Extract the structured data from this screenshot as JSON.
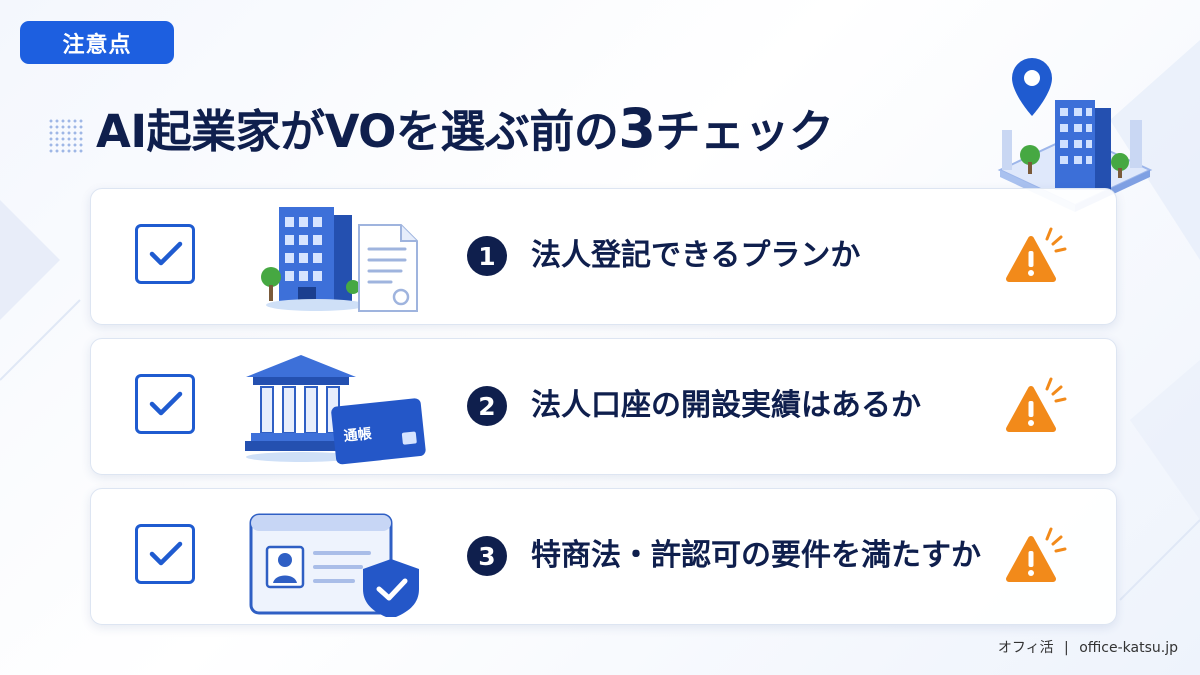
{
  "tag_label": "注意点",
  "title": {
    "prefix": "AI起業家がVOを選ぶ前の",
    "number": "3",
    "suffix": "チェック"
  },
  "items": [
    {
      "number": "1",
      "text": "法人登記できるプランか",
      "icon": "building-document-icon"
    },
    {
      "number": "2",
      "text": "法人口座の開設実績はあるか",
      "icon": "bank-passbook-icon"
    },
    {
      "number": "3",
      "text": "特商法・許認可の要件を満たすか",
      "icon": "id-shield-icon"
    }
  ],
  "passbook_label": "通帳",
  "footer": {
    "brand": "オフィ活",
    "separator": "|",
    "site": "office-katsu.jp"
  },
  "colors": {
    "accent": "#1d5fe0",
    "title": "#0f1f4d",
    "warning": "#f28a1a"
  }
}
